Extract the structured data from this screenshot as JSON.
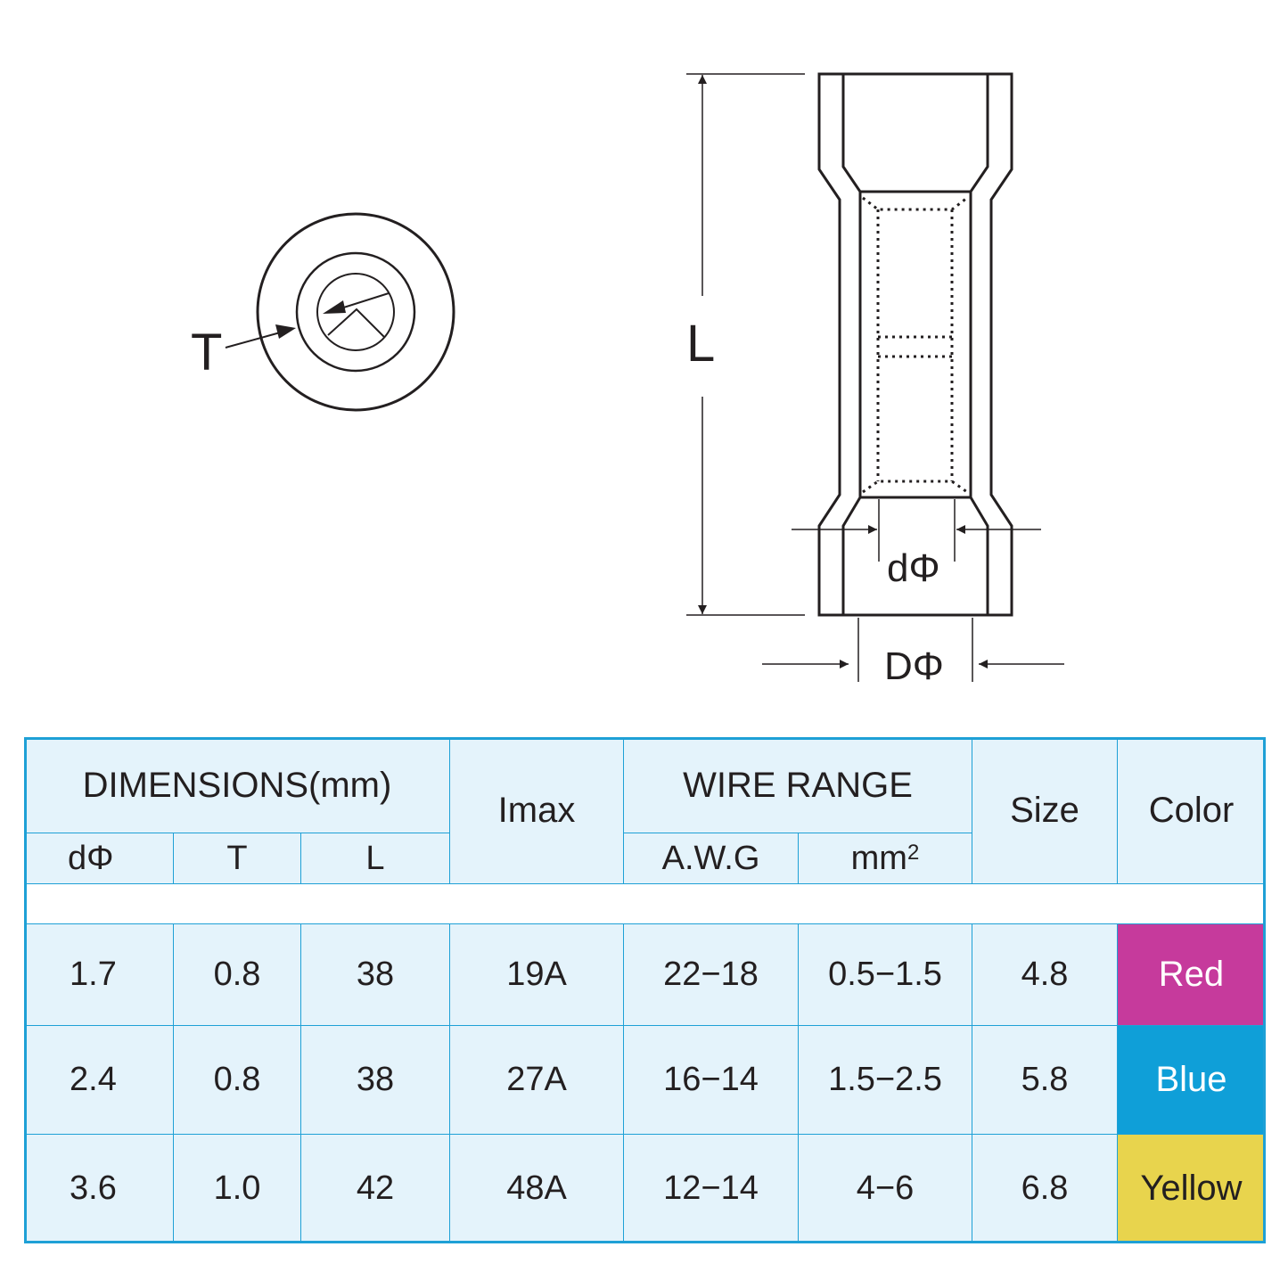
{
  "diagram": {
    "labels": {
      "thickness": "T",
      "length": "L",
      "inner_diameter": "dΦ",
      "outer_diameter": "DΦ"
    }
  },
  "table": {
    "header": {
      "dimensions": "DIMENSIONS(mm)",
      "imax": "Imax",
      "wire_range": "WIRE RANGE",
      "size": "Size",
      "color": "Color",
      "sub": {
        "d": "dΦ",
        "t": "T",
        "l": "L",
        "awg": "A.W.G",
        "mm2_base": "mm",
        "mm2_sup": "2"
      }
    },
    "rows": [
      {
        "d": "1.7",
        "t": "0.8",
        "l": "38",
        "imax": "19A",
        "awg": "22−18",
        "mm2": "0.5−1.5",
        "size": "4.8",
        "color": "Red",
        "swatch": "#c63a9c"
      },
      {
        "d": "2.4",
        "t": "0.8",
        "l": "38",
        "imax": "27A",
        "awg": "16−14",
        "mm2": "1.5−2.5",
        "size": "5.8",
        "color": "Blue",
        "swatch": "#0f9fd8"
      },
      {
        "d": "3.6",
        "t": "1.0",
        "l": "42",
        "imax": "48A",
        "awg": "12−14",
        "mm2": "4−6",
        "size": "6.8",
        "color": "Yellow",
        "swatch": "#e8d44d"
      }
    ]
  },
  "colors": {
    "table_border": "#1ea0d6",
    "table_fill": "#e4f3fb",
    "line": "#231f20"
  }
}
